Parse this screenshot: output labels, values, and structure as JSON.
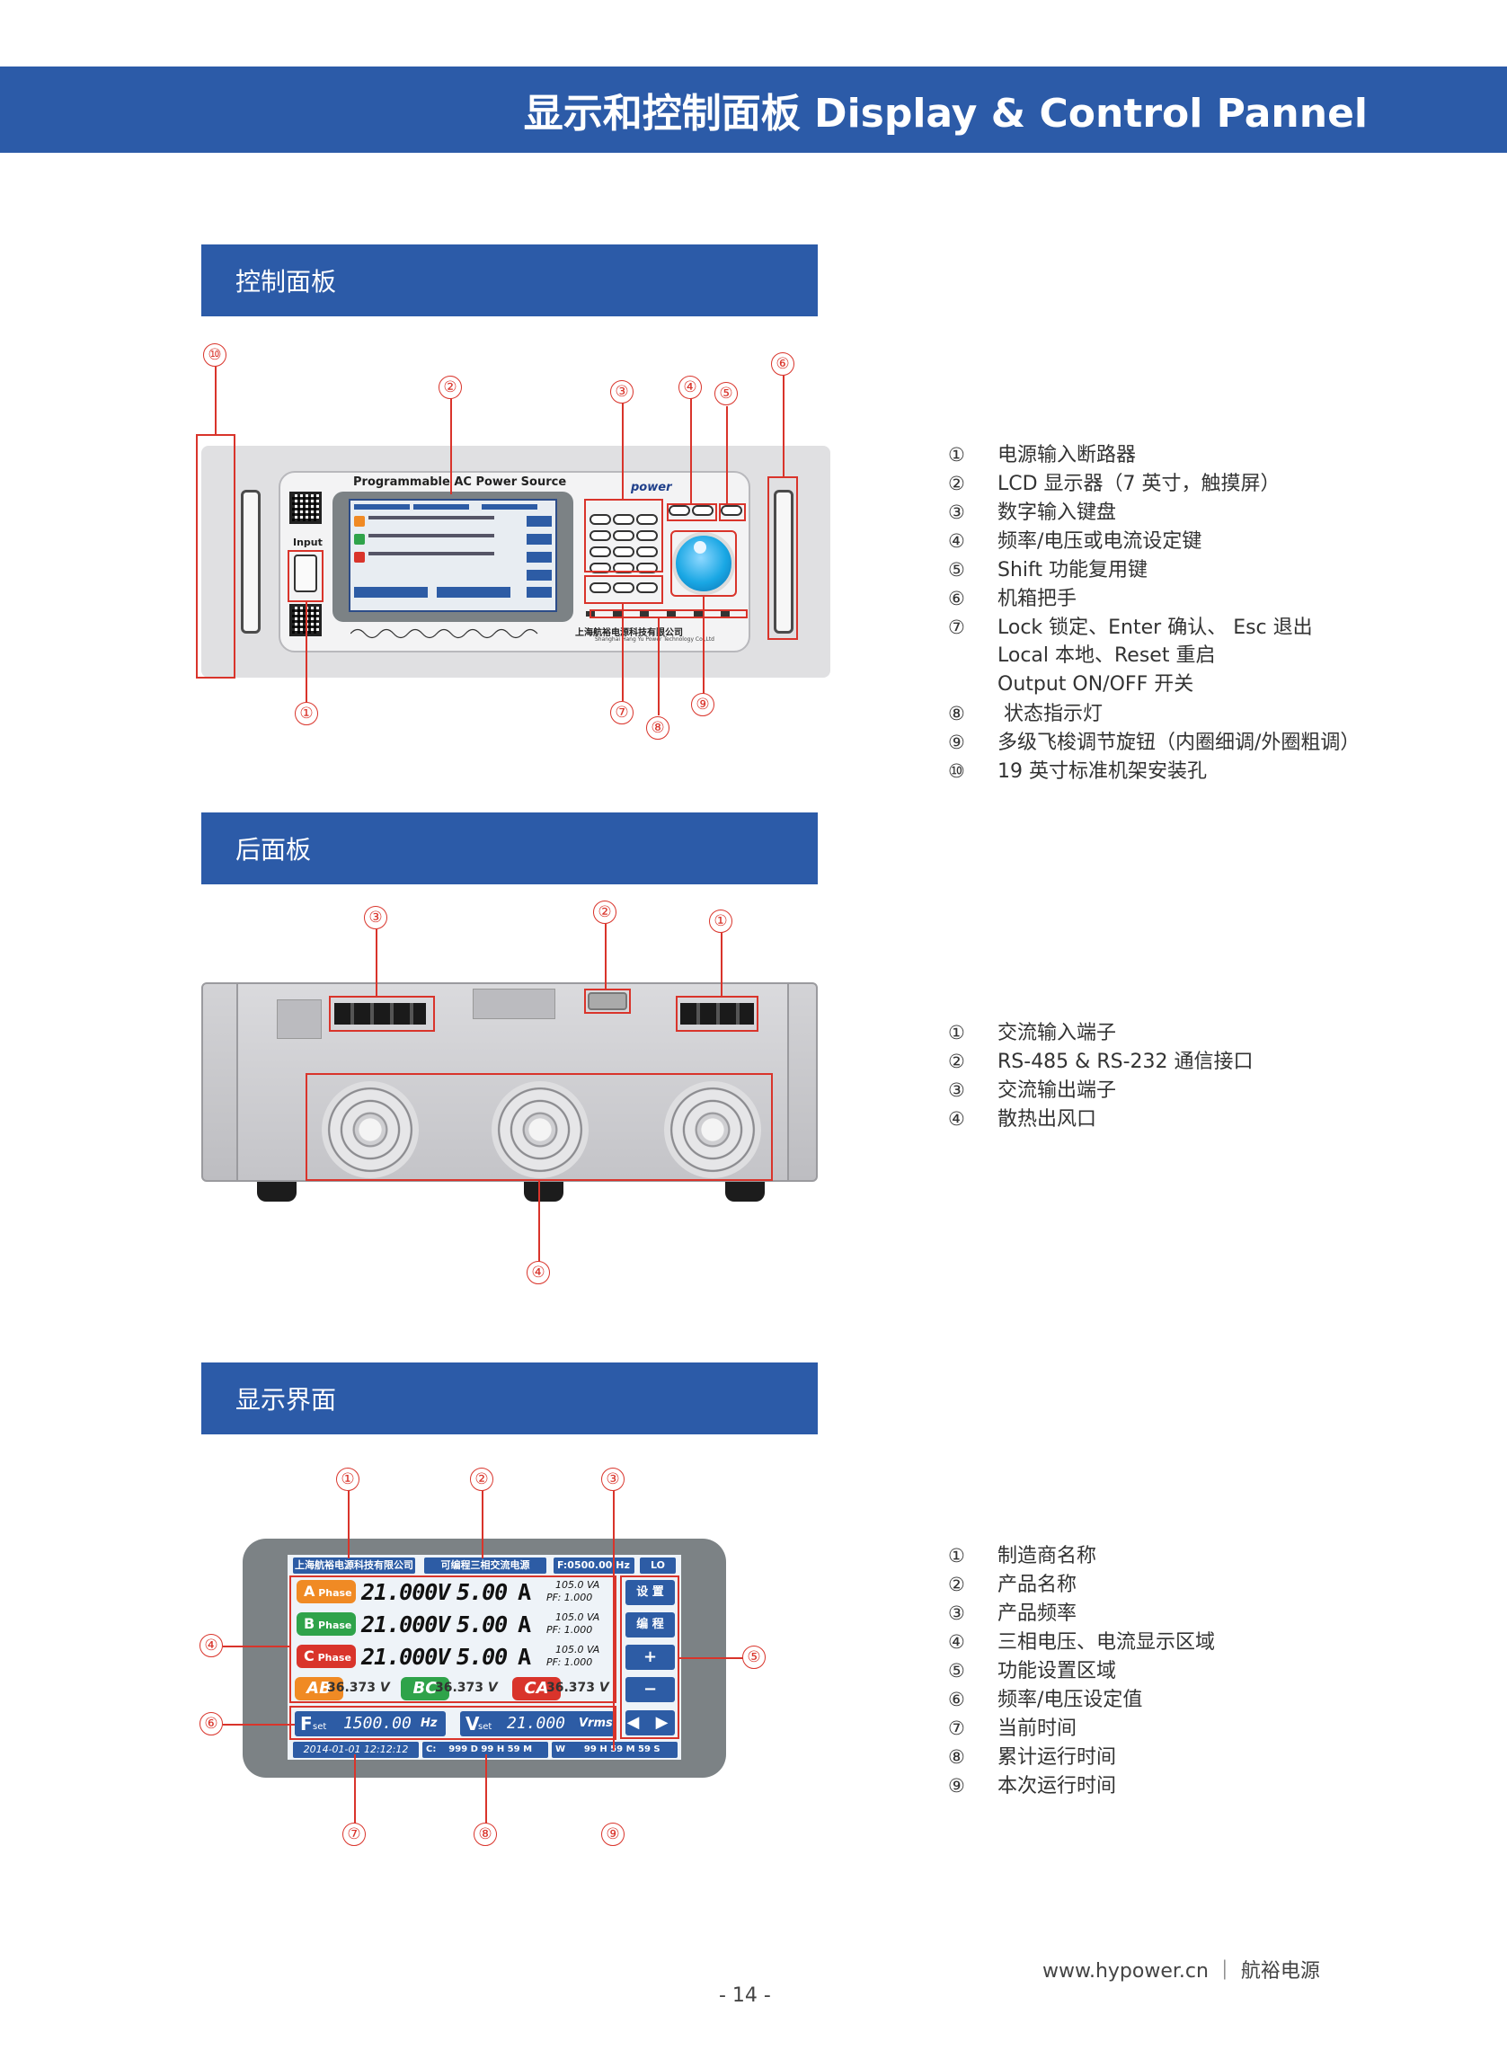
{
  "header": {
    "title": "显示和控制面板 Display & Control Pannel"
  },
  "sections": {
    "control": {
      "title": "控制面板"
    },
    "rear": {
      "title": "后面板"
    },
    "display": {
      "title": "显示界面"
    }
  },
  "front_panel": {
    "brand_label": "Programmable AC Power Source",
    "input_label": "Input",
    "company_cn": "上海航裕电源科技有限公司",
    "company_en": "Shanghai Hang Yu Power Technology Co.,Ltd",
    "logo_text": "power"
  },
  "control_legend": [
    {
      "num": "①",
      "text": "电源输入断路器"
    },
    {
      "num": "②",
      "text": "LCD 显示器（7 英寸，触摸屏）"
    },
    {
      "num": "③",
      "text": "数字输入键盘"
    },
    {
      "num": "④",
      "text": "频率/电压或电流设定键"
    },
    {
      "num": "⑤",
      "text": "Shift 功能复用键"
    },
    {
      "num": "⑥",
      "text": "机箱把手"
    },
    {
      "num": "⑦",
      "text": "Lock 锁定、Enter 确认、 Esc 退出"
    },
    {
      "num": "",
      "text": "Local 本地、Reset 重启"
    },
    {
      "num": "",
      "text": "Output ON/OFF 开关"
    },
    {
      "num": "⑧",
      "text": " 状态指示灯"
    },
    {
      "num": "⑨",
      "text": "多级飞梭调节旋钮（内圈细调/外圈粗调）"
    },
    {
      "num": "⑩",
      "text": "19 英寸标准机架安装孔"
    }
  ],
  "rear_legend": [
    {
      "num": "①",
      "text": "交流输入端子"
    },
    {
      "num": "②",
      "text": "RS-485 & RS-232 通信接口"
    },
    {
      "num": "③",
      "text": "交流输出端子"
    },
    {
      "num": "④",
      "text": "散热出风口"
    }
  ],
  "display_legend": [
    {
      "num": "①",
      "text": "制造商名称"
    },
    {
      "num": "②",
      "text": "产品名称"
    },
    {
      "num": "③",
      "text": "产品频率"
    },
    {
      "num": "④",
      "text": "三相电压、电流显示区域"
    },
    {
      "num": "⑤",
      "text": "功能设置区域"
    },
    {
      "num": "⑥",
      "text": "频率/电压设定值"
    },
    {
      "num": "⑦",
      "text": "当前时间"
    },
    {
      "num": "⑧",
      "text": "累计运行时间"
    },
    {
      "num": "⑨",
      "text": "本次运行时间"
    }
  ],
  "markers": {
    "c1": "①",
    "c2": "②",
    "c3": "③",
    "c4": "④",
    "c5": "⑤",
    "c6": "⑥",
    "c7": "⑦",
    "c8": "⑧",
    "c9": "⑨",
    "c10": "⑩"
  },
  "display_screen": {
    "maker": "上海航裕电源科技有限公司",
    "product": "可编程三相交流电源",
    "freq": "F:0500.00",
    "freq_unit": "Hz",
    "lo": "LO",
    "phases": [
      {
        "label": "A",
        "sub": "Phase",
        "volt": "21.000V",
        "amp": "5.00",
        "amp_unit": "A",
        "va": "105.0 VA",
        "pf": "PF: 1.000",
        "color": "#f08a24"
      },
      {
        "label": "B",
        "sub": "Phase",
        "volt": "21.000V",
        "amp": "5.00",
        "amp_unit": "A",
        "va": "105.0 VA",
        "pf": "PF: 1.000",
        "color": "#2fa34a"
      },
      {
        "label": "C",
        "sub": "Phase",
        "volt": "21.000V",
        "amp": "5.00",
        "amp_unit": "A",
        "va": "105.0 VA",
        "pf": "PF: 1.000",
        "color": "#d9342b"
      }
    ],
    "line_voltages": [
      {
        "label": "AB",
        "value": "36.373",
        "unit": "V",
        "color": "#f08a24"
      },
      {
        "label": "BC",
        "value": "36.373",
        "unit": "V",
        "color": "#2fa34a"
      },
      {
        "label": "CA",
        "value": "36.373",
        "unit": "V",
        "color": "#d9342b"
      }
    ],
    "buttons": [
      "设 置",
      "编 程",
      "+",
      "−"
    ],
    "arrows": "◀ ▶",
    "fset": {
      "label": "F",
      "sub": "set",
      "value": "1500.00",
      "unit": "Hz"
    },
    "vset": {
      "label": "V",
      "sub": "set",
      "value": "21.000",
      "unit": "Vrms"
    },
    "time": "2014-01-01  12:12:12",
    "cumulative": "999 D  99 H  59 M",
    "cumulative_prefix": "C:",
    "run_prefix": "W",
    "run": "99 H  59 M  59 S"
  },
  "footer": {
    "site": "www.hypower.cn  ｜ 航裕电源",
    "page": "- 14 -"
  }
}
